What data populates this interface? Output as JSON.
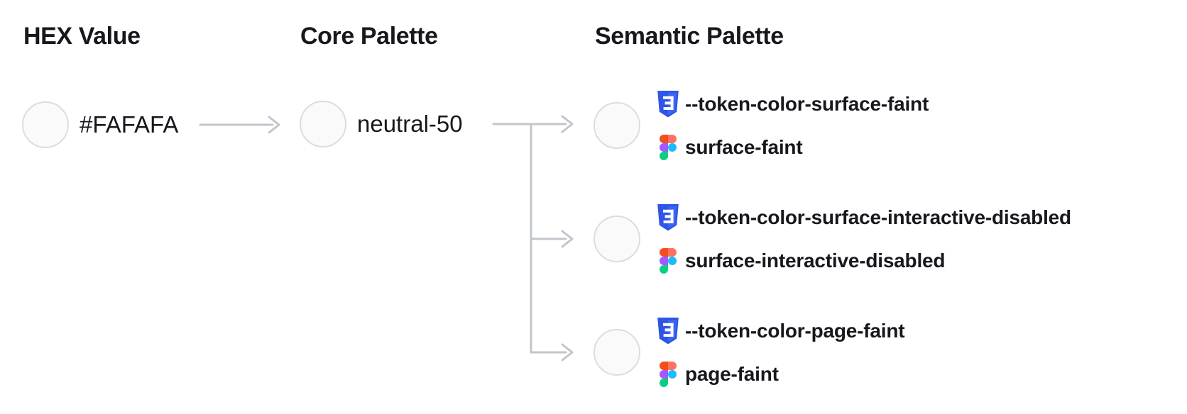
{
  "columns": {
    "hex": "HEX Value",
    "core": "Core Palette",
    "semantic": "Semantic Palette"
  },
  "hex_value": "#FAFAFA",
  "core_name": "neutral-50",
  "semantic_tokens": [
    {
      "css_variable": "--token-color-surface-faint",
      "figma_name": "surface-faint"
    },
    {
      "css_variable": "--token-color-surface-interactive-disabled",
      "figma_name": "surface-interactive-disabled"
    },
    {
      "css_variable": "--token-color-page-faint",
      "figma_name": "page-faint"
    }
  ],
  "icons": {
    "css_variable_rows": "css3-badge-icon",
    "figma_rows": "figma-logo-icon",
    "connectors": "arrow-right-branching"
  },
  "colors": {
    "swatch_fill": "#FAFAFA",
    "swatch_border": "#DBDDE2",
    "connector": "#C2C5CC",
    "text": "#17181D",
    "css_icon_blue": "#2E55E6",
    "css_icon_blue_light": "#3B66F3",
    "figma_orange": "#F24E1E",
    "figma_salmon": "#FF7262",
    "figma_purple": "#A259FF",
    "figma_blue": "#1ABCFE",
    "figma_green": "#0ACF83"
  }
}
